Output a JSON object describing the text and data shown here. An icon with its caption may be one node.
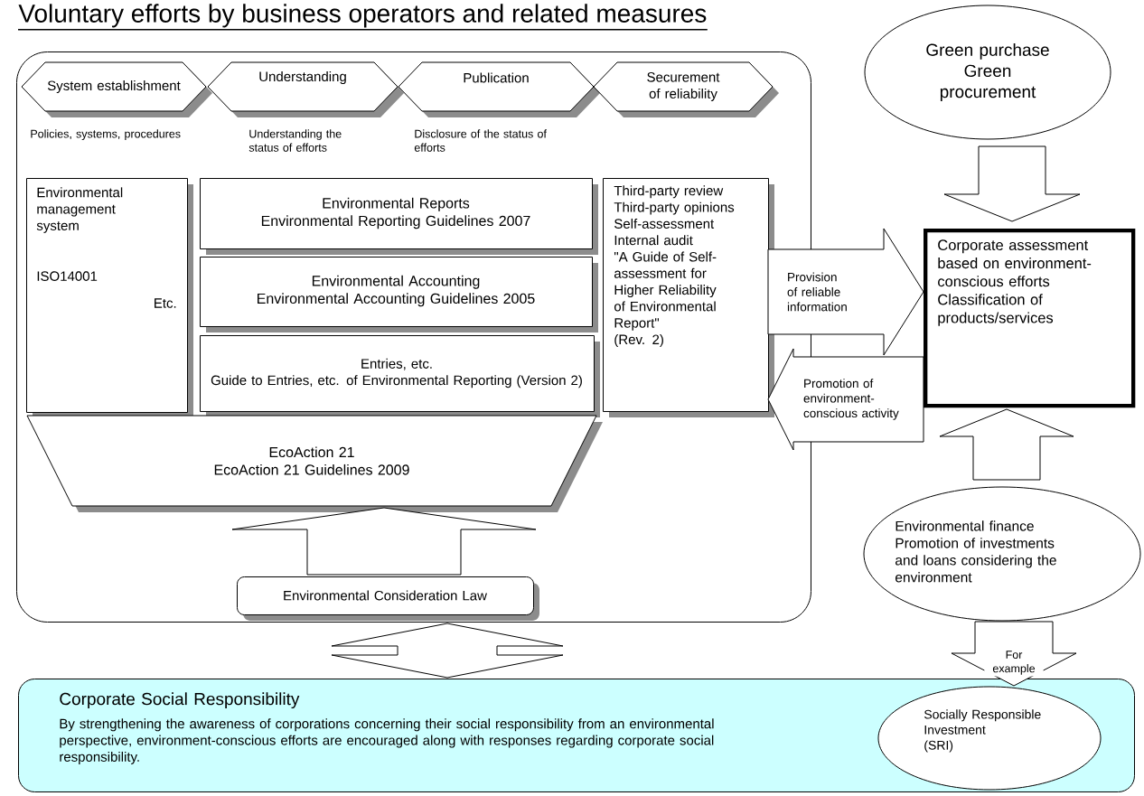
{
  "diagram": {
    "title": "Voluntary efforts by business operators and related measures",
    "nodes": [
      {
        "text": [],
        "shape": "box"
      },
      {
        "text": [
          "System establishment"
        ],
        "in": 0,
        "beside": [
          "Policies, systems, procedures"
        ]
      },
      {
        "text": [
          "Understanding"
        ],
        "in": 0,
        "beside": [
          "Understanding the status of efforts"
        ]
      },
      {
        "text": [
          "Publication"
        ],
        "in": 0,
        "beside": [
          "Disclosure of the status of efforts"
        ]
      },
      {
        "text": [
          "Securement of reliability"
        ],
        "in": 0
      },
      {
        "text": [
          "Environmental management system",
          "ISO14001",
          "Etc."
        ],
        "in": 0
      },
      {
        "text": [
          "Environmental Reports",
          "Environmental Reporting Guidelines 2007"
        ],
        "in": 0
      },
      {
        "text": [
          "Environmental Accounting",
          "Environmental Accounting Guidelines 2005"
        ],
        "in": 0
      },
      {
        "text": [
          "Entries, etc.",
          "Guide to Entries, etc. of Environmental Reporting (Version 2)"
        ],
        "in": 0
      },
      {
        "text": [
          "Third-party review",
          "Third-party opinions",
          "Self-assessment",
          "Internal audit",
          "\"A Guide of Self-assessment for Higher Reliability of Environmental Report\"",
          "(Rev. 2)"
        ],
        "in": 0
      },
      {
        "text": [
          "EcoAction 21",
          "EcoAction 21 Guidelines 2009"
        ],
        "in": 0
      },
      {
        "text": [
          "Environmental Consideration Law"
        ],
        "in": 0
      },
      {
        "text": [
          "Green purchase",
          "Green procurement"
        ]
      },
      {
        "text": [
          "Corporate assessment based on environment-conscious efforts",
          "Classification of products/services"
        ]
      },
      {
        "text": [
          "Environmental finance",
          "Promotion of investments and loans considering the environment"
        ]
      },
      {
        "text": [
          "Corporate Social Responsibility",
          "By strengthening the awareness of corporations concerning their social responsibility from an environmental perspective, environment-conscious efforts are encouraged along with responses regarding corporate social responsibility."
        ]
      },
      {
        "text": [
          "Socially Responsible Investment",
          "(SRI)"
        ],
        "in": 15
      }
    ],
    "edges": [
      {
        "from": 11,
        "to": 10,
        "arrow": "to"
      },
      {
        "from": 0,
        "to": 15,
        "arrow": "both"
      },
      {
        "from": 12,
        "to": 13,
        "arrow": "to"
      },
      {
        "from": 14,
        "to": 13,
        "arrow": "to"
      },
      {
        "from": 14,
        "to": 16,
        "arrow": "to",
        "label": "For example"
      },
      {
        "from": 9,
        "to": 13,
        "arrow": "to",
        "label": "Provision of reliable information"
      },
      {
        "from": 13,
        "to": 9,
        "arrow": "to",
        "label": "Promotion of environment-conscious activity"
      }
    ]
  }
}
